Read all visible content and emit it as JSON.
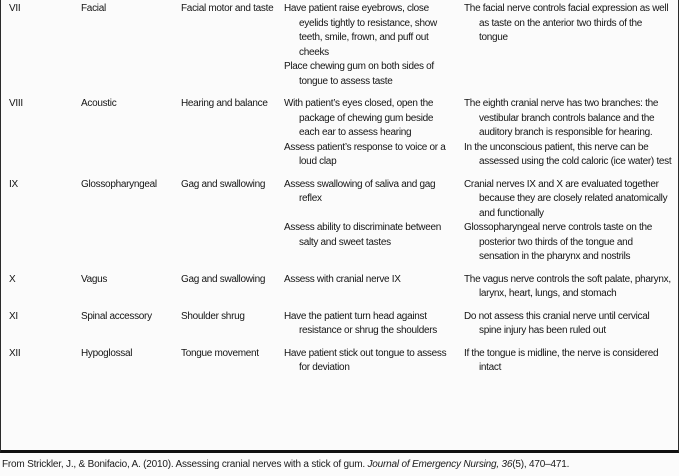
{
  "table": {
    "rows": [
      {
        "numeral": "VII",
        "name": "Facial",
        "function": "Facial motor and taste",
        "assessment": [
          "Have patient raise eyebrows, close eyelids tightly to resistance, show teeth, smile, frown, and puff out cheeks",
          "Place chewing gum on both sides of tongue to assess taste"
        ],
        "notes": [
          "The facial nerve controls facial expression as well as taste on the anterior two thirds of the tongue"
        ]
      },
      {
        "numeral": "VIII",
        "name": "Acoustic",
        "function": "Hearing and balance",
        "assessment": [
          "With patient’s eyes closed, open the package of chewing gum beside each ear to assess hearing",
          "Assess patient’s response to voice or a loud clap"
        ],
        "notes": [
          "The eighth cranial nerve has two branches: the vestibular branch controls balance and the auditory branch is responsible for hearing.",
          "In the unconscious patient, this nerve can be assessed using the cold caloric (ice water) test"
        ]
      },
      {
        "numeral": "IX",
        "name": "Glossopharyngeal",
        "function": "Gag and swallowing",
        "assessment": [
          "Assess swallowing of saliva and gag reflex",
          "",
          "Assess ability to discriminate between salty and sweet tastes"
        ],
        "notes": [
          "Cranial nerves IX and X are evaluated together because they are closely related anatomically and functionally",
          "Glossopharyngeal nerve controls taste on the posterior two thirds of the tongue and sensation in the pharynx and nostrils"
        ]
      },
      {
        "numeral": "X",
        "name": "Vagus",
        "function": "Gag and swallowing",
        "assessment": [
          "Assess with cranial nerve IX"
        ],
        "notes": [
          "The vagus nerve controls the soft palate, pharynx, larynx, heart, lungs, and stomach"
        ]
      },
      {
        "numeral": "XI",
        "name": "Spinal accessory",
        "function": "Shoulder shrug",
        "assessment": [
          "Have the patient turn head against resistance or shrug the shoulders"
        ],
        "notes": [
          "Do not assess this cranial nerve until cervical spine injury has been ruled out"
        ]
      },
      {
        "numeral": "XII",
        "name": "Hypoglossal",
        "function": "Tongue movement",
        "assessment": [
          "Have patient stick out tongue to assess for deviation"
        ],
        "notes": [
          "If the tongue is midline, the nerve is considered intact"
        ]
      }
    ]
  },
  "footer": {
    "prefix": "From Strickler, J., & Bonifacio, A. (2010). Assessing cranial nerves with a stick of gum. ",
    "italic": "Journal of Emergency Nursing, 36",
    "suffix": "(5), 470–471."
  },
  "colors": {
    "text": "#151515",
    "border": "#2b2b2b",
    "background": "#fbfbfb"
  }
}
